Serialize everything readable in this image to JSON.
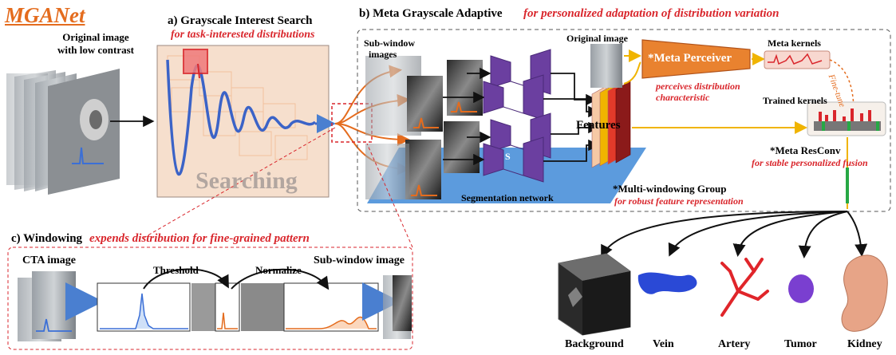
{
  "title": "MGANet",
  "orig": {
    "l1": "Original image",
    "l2": "with low contrast"
  },
  "panel_a": {
    "heading": "a) Grayscale Interest Search",
    "sub": "for task-interested distributions",
    "searching": "Searching"
  },
  "panel_b": {
    "heading": "b) Meta Grayscale Adaptive",
    "sub": "for personalized adaptation of distribution variation",
    "subwindow_l1": "Sub-window",
    "subwindow_l2": "images",
    "original_image": "Original image",
    "s": "S",
    "meta_perceiver": "*Meta Perceiver",
    "perceives_l1": "perceives distribution",
    "perceives_l2": "characteristic",
    "meta_kernels": "Meta kernels",
    "fine_tune": "Fine-tune",
    "trained_kernels": "Trained kernels",
    "features": "Features",
    "meta_resconv": "*Meta ResConv",
    "resconv_sub": "for stable personalized fusion",
    "seg_net": "Segmentation network",
    "mwg": "*Multi-windowing Group",
    "mwg_sub": "for robust feature representation"
  },
  "panel_c": {
    "heading": "c) Windowing",
    "sub": "expends distribution for fine-grained pattern",
    "cta": "CTA image",
    "threshold": "Threshold",
    "normalize": "Normalize",
    "subwindow_image": "Sub-window image"
  },
  "outputs": [
    "Background",
    "Vein",
    "Artery",
    "Tumor",
    "Kidney"
  ],
  "colors": {
    "orange": "#e46c1e",
    "red": "#d9262c",
    "purple": "#6b3fa0",
    "blue": "#4a7fd0",
    "gold": "#f0b400",
    "green": "#27a845",
    "panel": "#f6dfcd",
    "seg": "#4a90d9"
  }
}
